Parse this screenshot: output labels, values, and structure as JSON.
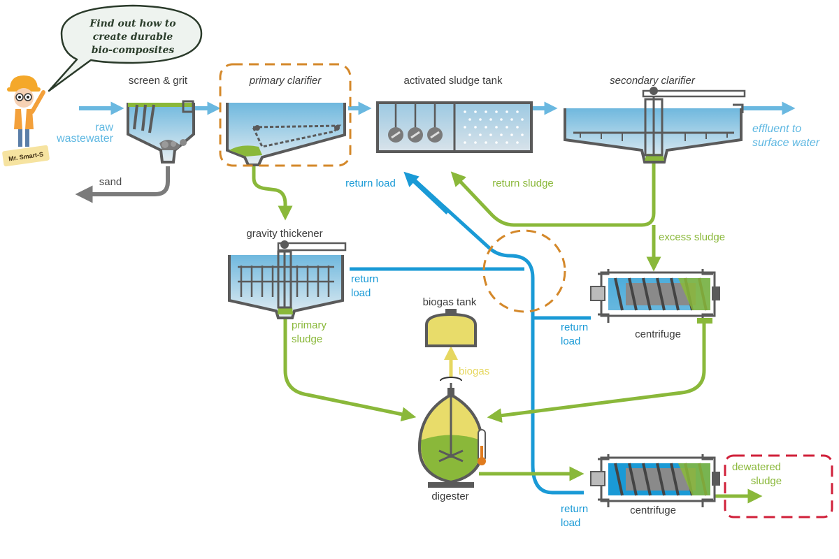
{
  "speech_bubble": {
    "line1": "Find out how to",
    "line2": "create durable",
    "line3": "bio-composites"
  },
  "mascot": {
    "badge": "Mr. Smart-S"
  },
  "units": {
    "screen_grit": "screen & grit",
    "primary_clarifier": "primary clarifier",
    "activated_sludge_tank": "activated sludge tank",
    "secondary_clarifier": "secondary clarifier",
    "gravity_thickener": "gravity thickener",
    "biogas_tank": "biogas tank",
    "centrifuge_1": "centrifuge",
    "centrifuge_2": "centrifuge",
    "digester": "digester"
  },
  "flows": {
    "raw_1": "raw",
    "raw_2": "wastewater",
    "sand": "sand",
    "effluent_1": "effluent to",
    "effluent_2": "surface water",
    "return_load_top": "return load",
    "return_sludge": "return sludge",
    "excess_sludge": "excess sludge",
    "return_load_mid_1": "return",
    "return_load_mid_2": "load",
    "return_load_cent_1": "return",
    "return_load_cent_2": "load",
    "return_load_bottom_1": "return",
    "return_load_bottom_2": "load",
    "primary_sludge_1": "primary",
    "primary_sludge_2": "sludge",
    "biogas": "biogas",
    "dewatered_1": "dewatered",
    "dewatered_2": "sludge"
  },
  "colors": {
    "water_blue": "#6ab8e0",
    "pipe_blue": "#1a9ad6",
    "sludge_green": "#8ab83a",
    "biogas_yellow": "#e6d760",
    "highlight_orange": "#d4882a",
    "highlight_red": "#d0203a",
    "tank_gray": "#5a5a5a"
  }
}
